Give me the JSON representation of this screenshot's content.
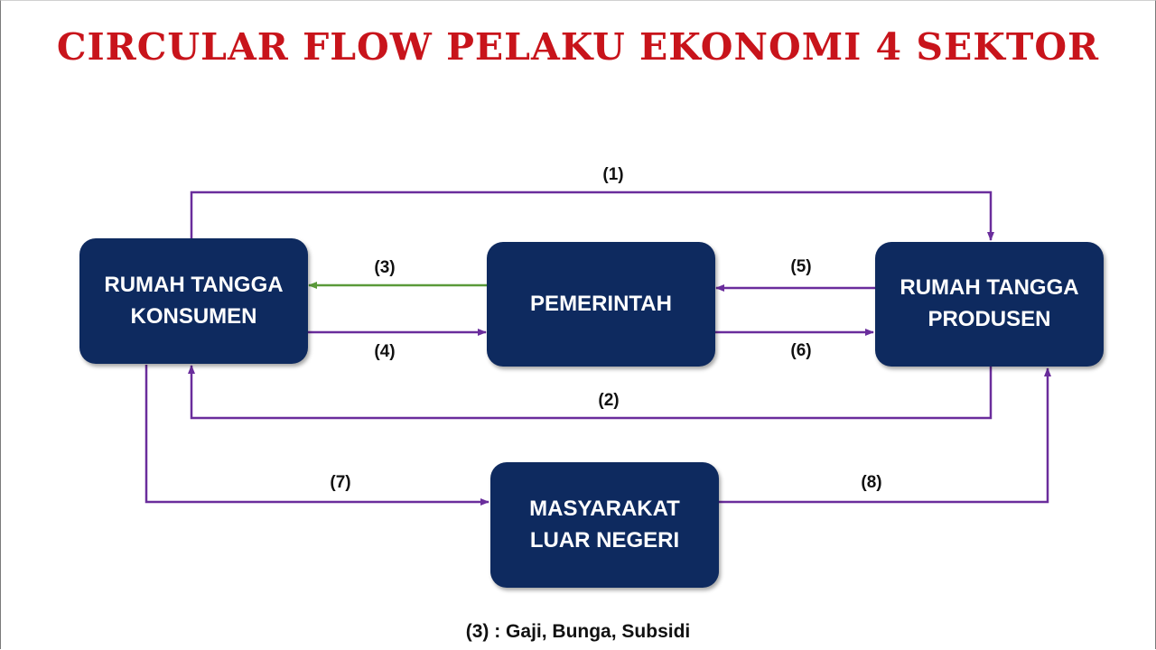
{
  "title": "CIRCULAR FLOW PELAKU EKONOMI 4 SEKTOR",
  "colors": {
    "title": "#c8141b",
    "box_fill": "#0e2a5f",
    "box_text": "#ffffff",
    "flow_purple": "#6a2d9c",
    "flow_green": "#5a9a3a"
  },
  "nodes": {
    "rumah_tangga_konsumen": "RUMAH TANGGA\nKONSUMEN",
    "pemerintah": "PEMERINTAH",
    "rumah_tangga_produsen": "RUMAH TANGGA\nPRODUSEN",
    "masyarakat_luar_negeri": "MASYARAKAT\nLUAR NEGERI"
  },
  "flows": {
    "f1": "(1)",
    "f2": "(2)",
    "f3": "(3)",
    "f4": "(4)",
    "f5": "(5)",
    "f6": "(6)",
    "f7": "(7)",
    "f8": "(8)"
  },
  "note": "(3) : Gaji, Bunga, Subsidi"
}
